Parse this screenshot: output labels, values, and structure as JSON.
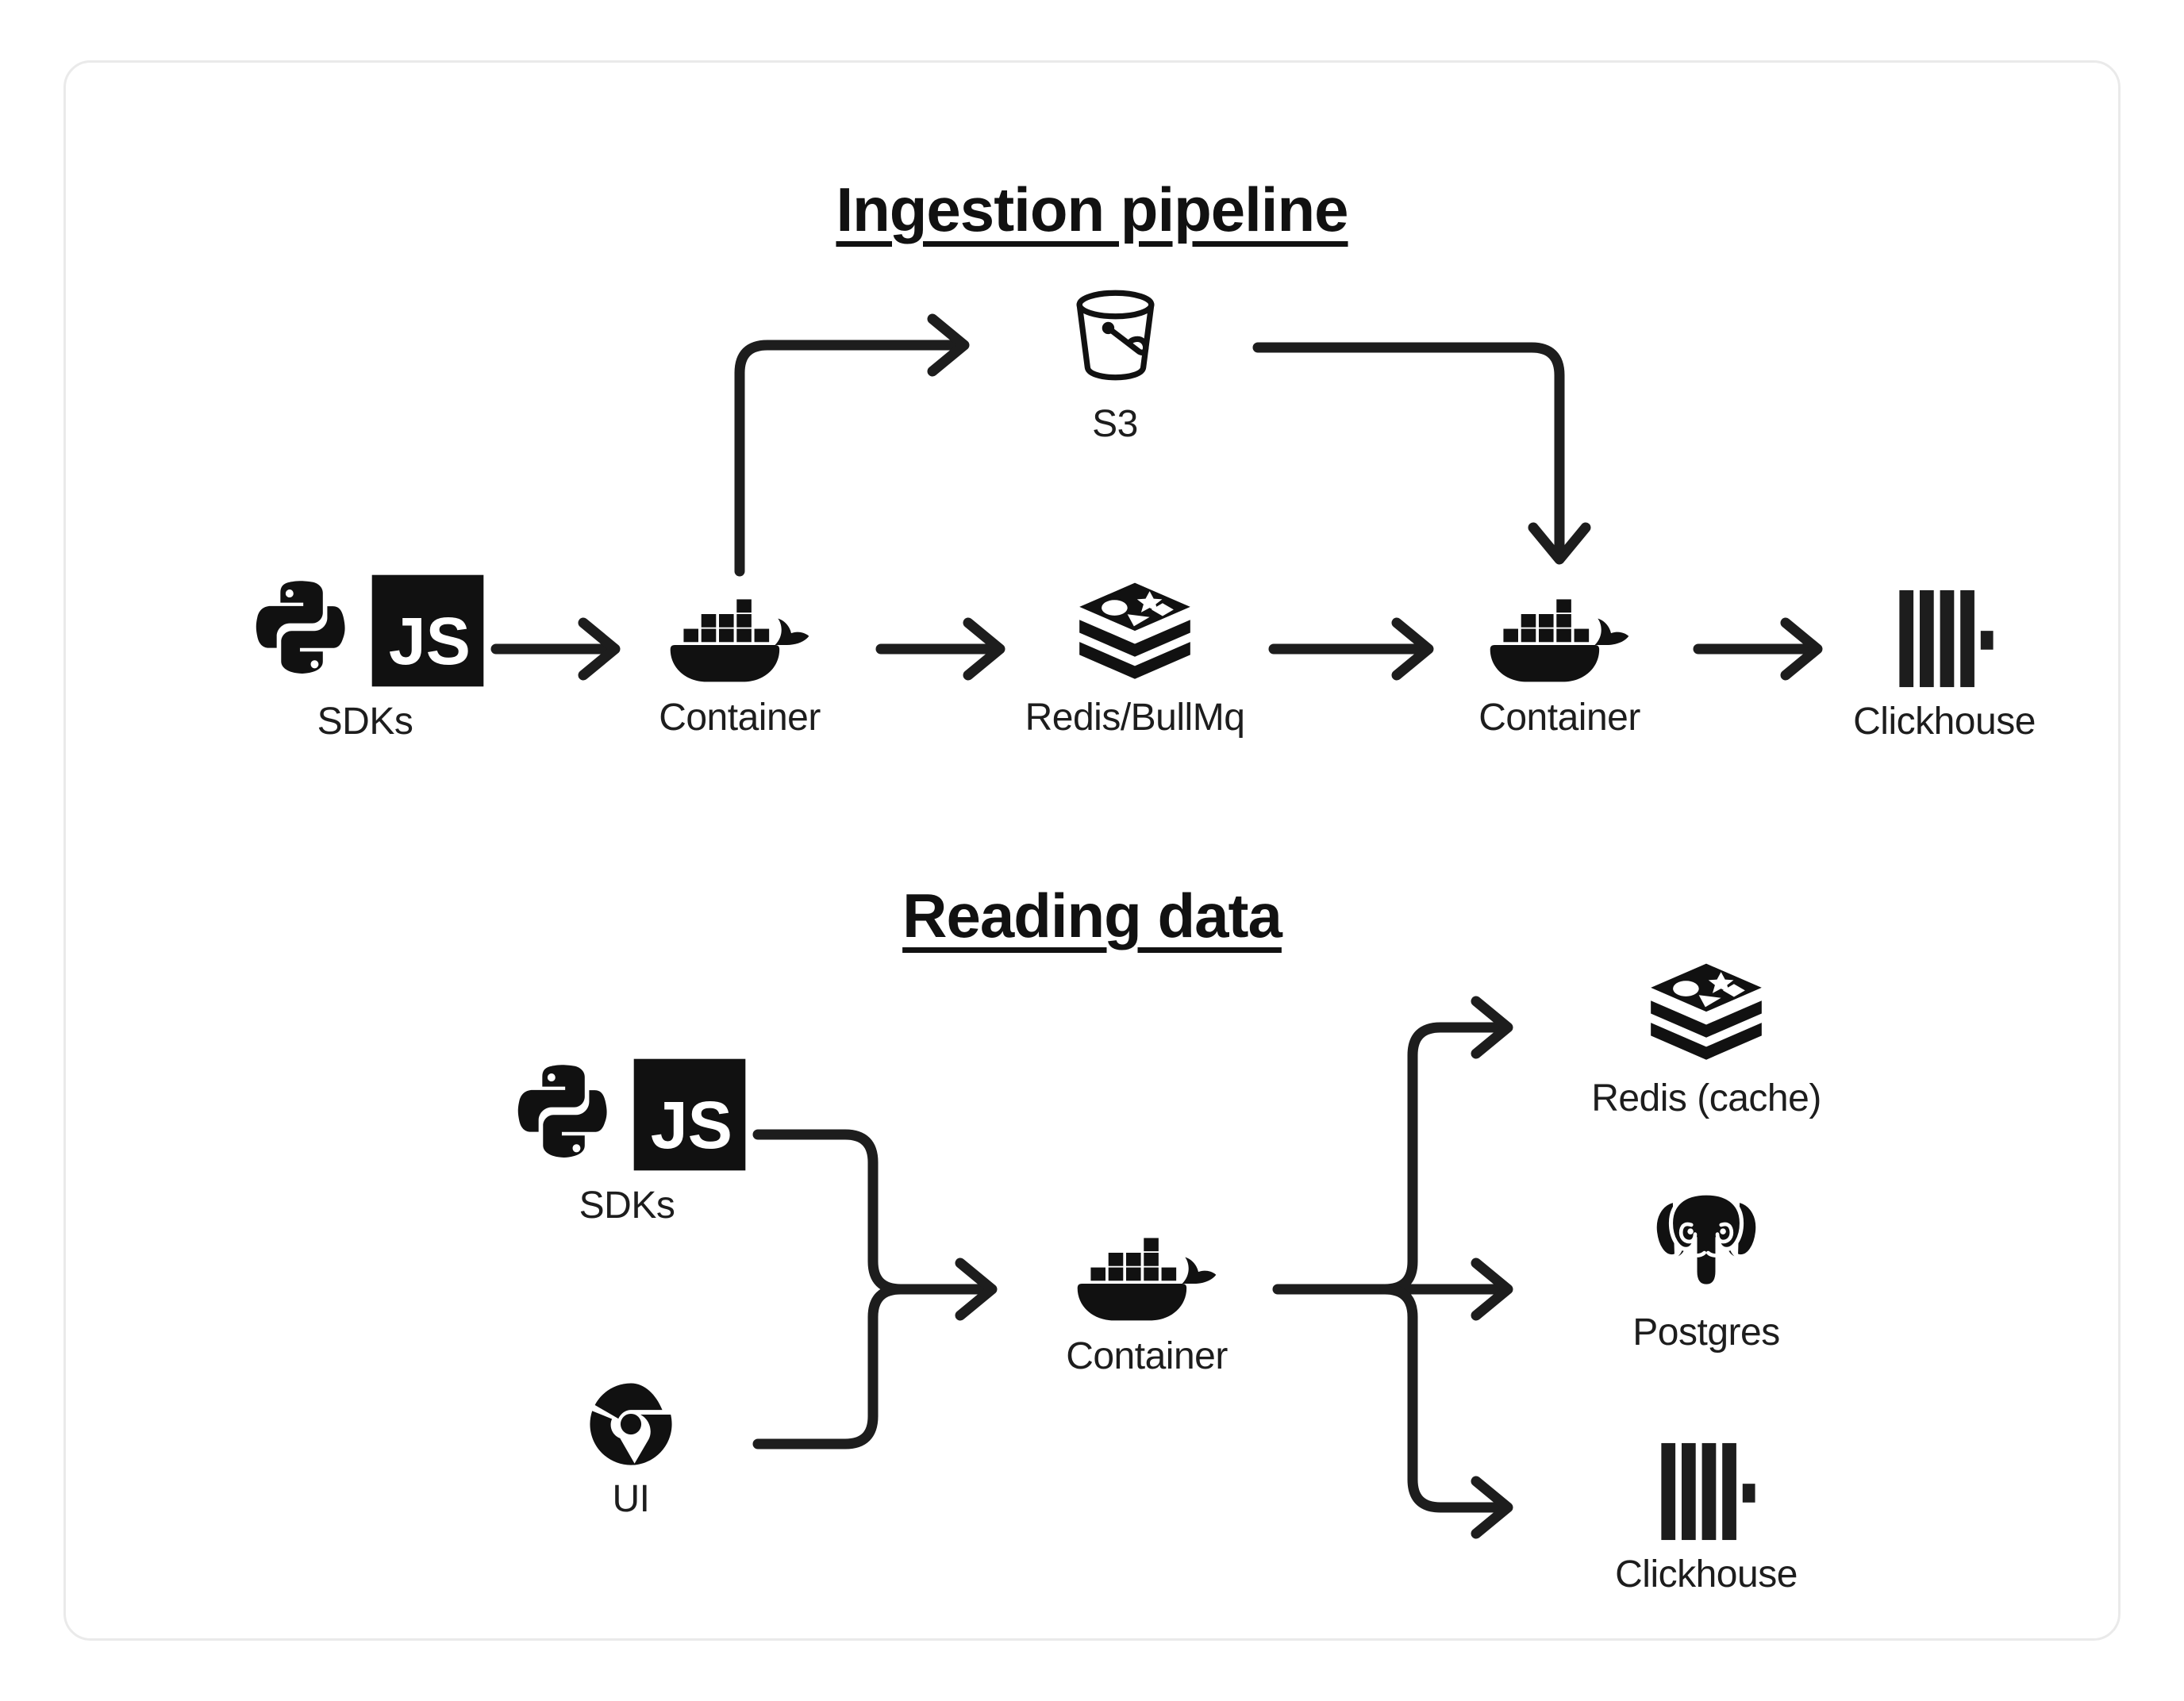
{
  "card": {
    "border_color": "#eaeaea",
    "background": "#ffffff"
  },
  "diagram": {
    "ink_color": "#111111",
    "sections": [
      {
        "id": "ingestion",
        "title": "Ingestion pipeline",
        "nodes": [
          {
            "id": "sdks",
            "label": "SDKs",
            "icons": [
              "python-icon",
              "javascript-icon"
            ]
          },
          {
            "id": "container-1",
            "label": "Container",
            "icons": [
              "docker-icon"
            ]
          },
          {
            "id": "s3",
            "label": "S3",
            "icons": [
              "bucket-icon"
            ]
          },
          {
            "id": "redis-bullmq",
            "label": "Redis/BullMq",
            "icons": [
              "redis-icon"
            ]
          },
          {
            "id": "container-2",
            "label": "Container",
            "icons": [
              "docker-icon"
            ]
          },
          {
            "id": "clickhouse",
            "label": "Clickhouse",
            "icons": [
              "clickhouse-icon"
            ]
          }
        ],
        "edges": [
          {
            "from": "sdks",
            "to": "container-1",
            "style": "straight"
          },
          {
            "from": "container-1",
            "to": "s3",
            "style": "elbow-up"
          },
          {
            "from": "container-1",
            "to": "redis-bullmq",
            "style": "straight"
          },
          {
            "from": "redis-bullmq",
            "to": "container-2",
            "style": "straight"
          },
          {
            "from": "s3",
            "to": "container-2",
            "style": "elbow-down"
          },
          {
            "from": "container-2",
            "to": "clickhouse",
            "style": "straight"
          }
        ]
      },
      {
        "id": "reading",
        "title": "Reading data",
        "nodes": [
          {
            "id": "sdks-read",
            "label": "SDKs",
            "icons": [
              "python-icon",
              "javascript-icon"
            ]
          },
          {
            "id": "ui",
            "label": "UI",
            "icons": [
              "chrome-icon"
            ]
          },
          {
            "id": "container-3",
            "label": "Container",
            "icons": [
              "docker-icon"
            ]
          },
          {
            "id": "redis-cache",
            "label": "Redis (cache)",
            "icons": [
              "redis-icon"
            ]
          },
          {
            "id": "postgres",
            "label": "Postgres",
            "icons": [
              "postgres-icon"
            ]
          },
          {
            "id": "clickhouse-2",
            "label": "Clickhouse",
            "icons": [
              "clickhouse-icon"
            ]
          }
        ],
        "edges": [
          {
            "from": "sdks-read",
            "to": "container-3",
            "style": "merge-from-top"
          },
          {
            "from": "ui",
            "to": "container-3",
            "style": "merge-from-bottom"
          },
          {
            "from": "container-3",
            "to": "redis-cache",
            "style": "split-up"
          },
          {
            "from": "container-3",
            "to": "postgres",
            "style": "straight"
          },
          {
            "from": "container-3",
            "to": "clickhouse-2",
            "style": "split-down"
          }
        ]
      }
    ]
  },
  "icons": {
    "javascript_text": "JS"
  }
}
